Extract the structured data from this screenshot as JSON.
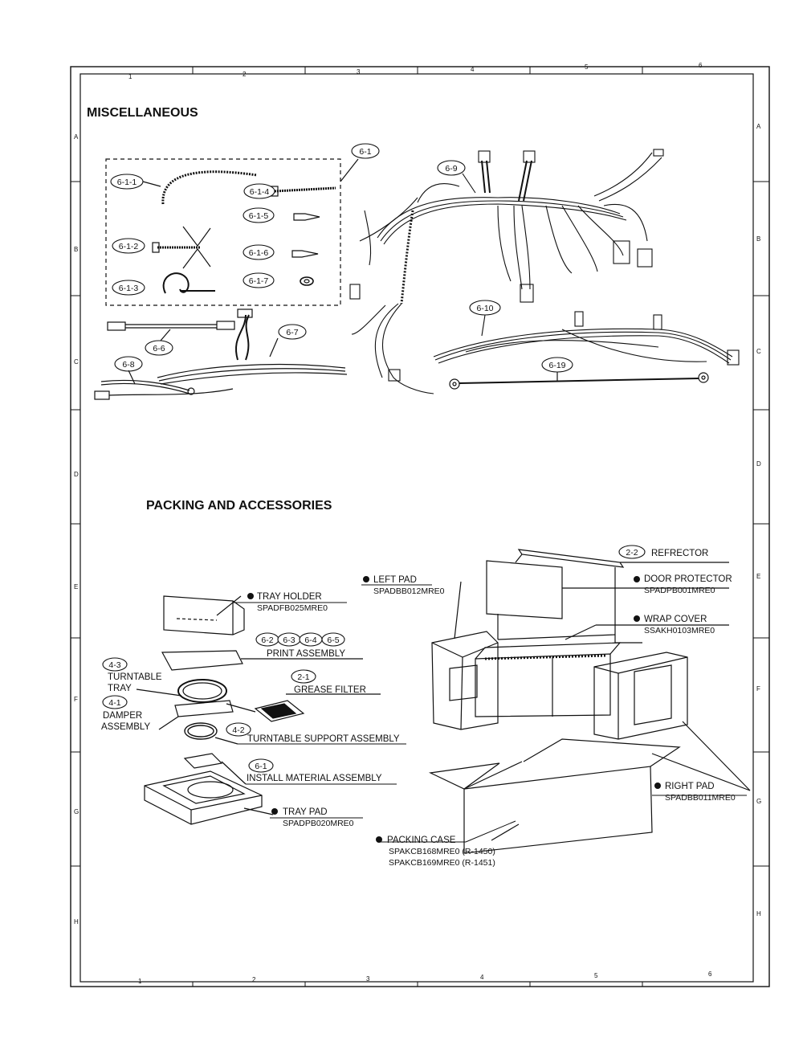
{
  "sections": {
    "misc_title": "MISCELLANEOUS",
    "packing_title": "PACKING AND ACCESSORIES"
  },
  "frame": {
    "columns": [
      "1",
      "2",
      "3",
      "4",
      "5",
      "6"
    ],
    "rows": [
      "A",
      "B",
      "C",
      "D",
      "E",
      "F",
      "G",
      "H"
    ]
  },
  "misc_refs": {
    "r6_1": "6-1",
    "r6_1_1": "6-1-1",
    "r6_1_2": "6-1-2",
    "r6_1_3": "6-1-3",
    "r6_1_4": "6-1-4",
    "r6_1_5": "6-1-5",
    "r6_1_6": "6-1-6",
    "r6_1_7": "6-1-7",
    "r6_6": "6-6",
    "r6_7": "6-7",
    "r6_8": "6-8",
    "r6_9": "6-9",
    "r6_10": "6-10",
    "r6_19": "6-19"
  },
  "packing": {
    "tray_holder": {
      "name": "TRAY HOLDER",
      "code": "SPADFB025MRE0"
    },
    "print_assembly": {
      "refs": [
        "6-2",
        "6-3",
        "6-4",
        "6-5"
      ],
      "name": "PRINT ASSEMBLY"
    },
    "turntable_tray": {
      "ref": "4-3",
      "line1": "TURNTABLE",
      "line2": "TRAY"
    },
    "grease_filter": {
      "ref": "2-1",
      "name": "GREASE FILTER"
    },
    "damper": {
      "ref": "4-1",
      "line1": "DAMPER",
      "line2": "ASSEMBLY"
    },
    "turntable_support": {
      "ref": "4-2",
      "name": "TURNTABLE SUPPORT ASSEMBLY"
    },
    "install_material": {
      "ref": "6-1",
      "name": "INSTALL MATERIAL ASSEMBLY"
    },
    "tray_pad": {
      "name": "TRAY PAD",
      "code": "SPADPB020MRE0"
    },
    "left_pad": {
      "name": "LEFT PAD",
      "code": "SPADBB012MRE0"
    },
    "refrector": {
      "ref": "2-2",
      "name": "REFRECTOR"
    },
    "door_protector": {
      "name": "DOOR PROTECTOR",
      "code": "SPADPB001MRE0"
    },
    "wrap_cover": {
      "name": "WRAP COVER",
      "code": "SSAKH0103MRE0"
    },
    "right_pad": {
      "name": "RIGHT PAD",
      "code": "SPADBB011MRE0"
    },
    "packing_case": {
      "name": "PACKING CASE",
      "code1": "SPAKCB168MRE0 (R-1450)",
      "code2": "SPAKCB169MRE0 (R-1451)"
    }
  }
}
